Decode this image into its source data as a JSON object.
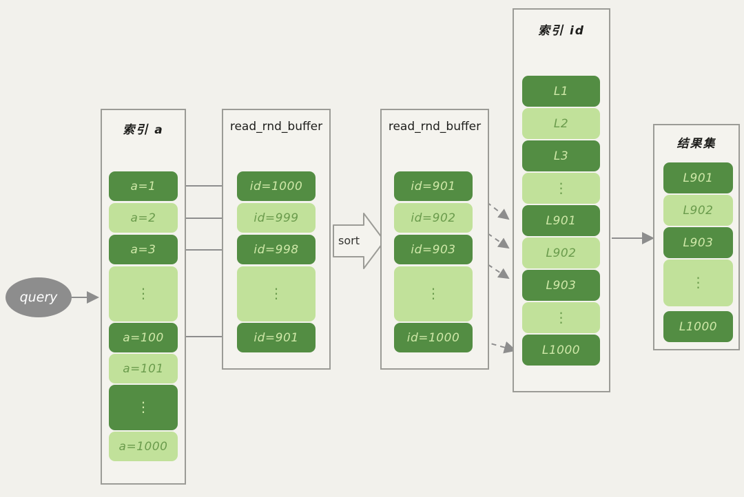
{
  "diagram": {
    "background_color": "#f2f1ec",
    "dark_cell_color": "#538d43",
    "light_cell_color": "#c1e19a",
    "panel_border_color": "#9b9b96",
    "query_node_color": "#8d8d8d",
    "connector_color": "#8d8d8d"
  },
  "query": {
    "label": "query"
  },
  "sort": {
    "label": "sort"
  },
  "panels": [
    {
      "id": "index-a",
      "title": "索引 a",
      "title_kind": "cjk",
      "cells": [
        {
          "label": "a=1",
          "tone": "dark"
        },
        {
          "label": "a=2",
          "tone": "light"
        },
        {
          "label": "a=3",
          "tone": "dark"
        },
        {
          "label": "⋮",
          "tone": "light"
        },
        {
          "label": "a=100",
          "tone": "dark"
        },
        {
          "label": "a=101",
          "tone": "light"
        },
        {
          "label": "⋮",
          "tone": "dark"
        },
        {
          "label": "a=1000",
          "tone": "light"
        }
      ]
    },
    {
      "id": "read-rnd-buffer-unsorted",
      "title": "read_rnd_buffer",
      "title_kind": "latin",
      "cells": [
        {
          "label": "id=1000",
          "tone": "dark"
        },
        {
          "label": "id=999",
          "tone": "light"
        },
        {
          "label": "id=998",
          "tone": "dark"
        },
        {
          "label": "⋮",
          "tone": "light"
        },
        {
          "label": "id=901",
          "tone": "dark"
        }
      ]
    },
    {
      "id": "read-rnd-buffer-sorted",
      "title": "read_rnd_buffer",
      "title_kind": "latin",
      "cells": [
        {
          "label": "id=901",
          "tone": "dark"
        },
        {
          "label": "id=902",
          "tone": "light"
        },
        {
          "label": "id=903",
          "tone": "dark"
        },
        {
          "label": "⋮",
          "tone": "light"
        },
        {
          "label": "id=1000",
          "tone": "dark"
        }
      ]
    },
    {
      "id": "index-id",
      "title": "索引 id",
      "title_kind": "cjk",
      "cells": [
        {
          "label": "L1",
          "tone": "dark"
        },
        {
          "label": "L2",
          "tone": "light"
        },
        {
          "label": "L3",
          "tone": "dark"
        },
        {
          "label": "⋮",
          "tone": "light"
        },
        {
          "label": "L901",
          "tone": "dark"
        },
        {
          "label": "L902",
          "tone": "light"
        },
        {
          "label": "L903",
          "tone": "dark"
        },
        {
          "label": "⋮",
          "tone": "light"
        },
        {
          "label": "L1000",
          "tone": "dark"
        }
      ]
    },
    {
      "id": "result-set",
      "title": "结果集",
      "title_kind": "cjk",
      "cells": [
        {
          "label": "L901",
          "tone": "dark"
        },
        {
          "label": "L902",
          "tone": "light"
        },
        {
          "label": "L903",
          "tone": "dark"
        },
        {
          "label": "⋮",
          "tone": "light"
        },
        {
          "label": "L1000",
          "tone": "dark"
        }
      ]
    }
  ]
}
